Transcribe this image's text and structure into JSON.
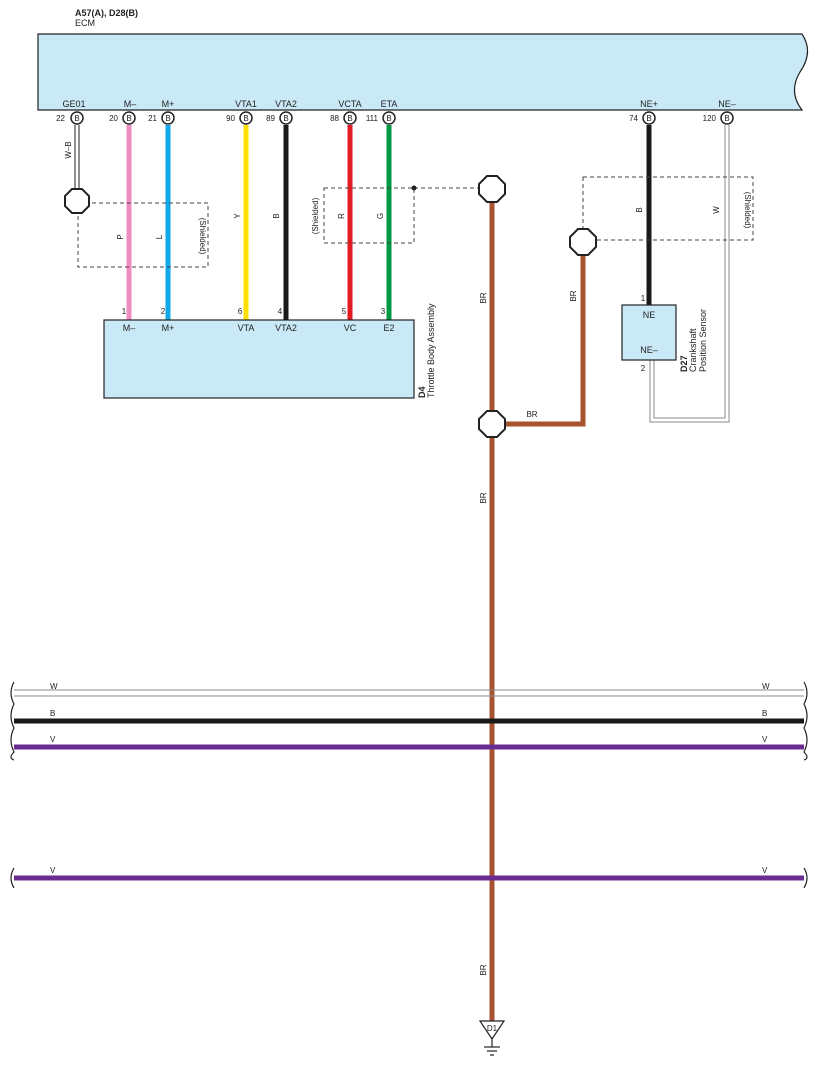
{
  "header": {
    "connector_ids": "A57(A), D28(B)",
    "component": "ECM"
  },
  "ecm_pins": [
    {
      "name": "GE01",
      "num": "22",
      "conn": "B"
    },
    {
      "name": "M–",
      "num": "20",
      "conn": "B"
    },
    {
      "name": "M+",
      "num": "21",
      "conn": "B"
    },
    {
      "name": "VTA1",
      "num": "90",
      "conn": "B"
    },
    {
      "name": "VTA2",
      "num": "89",
      "conn": "B"
    },
    {
      "name": "VCTA",
      "num": "88",
      "conn": "B"
    },
    {
      "name": "ETA",
      "num": "111",
      "conn": "B"
    },
    {
      "name": "NE+",
      "num": "74",
      "conn": "B"
    },
    {
      "name": "NE–",
      "num": "120",
      "conn": "B"
    }
  ],
  "wire_labels": {
    "ge01": "W–B",
    "m_minus": "P",
    "m_plus": "L",
    "vta1": "Y",
    "vta2": "B",
    "vcta": "R",
    "eta": "G",
    "ne_plus": "B",
    "ne_minus": "W",
    "br": "BR"
  },
  "shield_label": "(Shielded)",
  "throttle": {
    "id": "D4",
    "name": "Throttle Body Assembly",
    "pins": [
      {
        "num": "1",
        "name": "M–"
      },
      {
        "num": "2",
        "name": "M+"
      },
      {
        "num": "6",
        "name": "VTA"
      },
      {
        "num": "4",
        "name": "VTA2"
      },
      {
        "num": "5",
        "name": "VC"
      },
      {
        "num": "3",
        "name": "E2"
      }
    ]
  },
  "crank": {
    "id": "D27",
    "name_line1": "Crankshaft",
    "name_line2": "Position Sensor",
    "pin1_num": "1",
    "pin1_name": "NE",
    "pin2_num": "2",
    "pin2_name": "NE–"
  },
  "bus": [
    {
      "label": "W",
      "color": "#ffffff"
    },
    {
      "label": "B",
      "color": "#1a1a1a"
    },
    {
      "label": "V",
      "color": "#6a2c91"
    },
    {
      "label": "V",
      "color": "#6a2c91"
    }
  ],
  "ground": {
    "id": "D1"
  },
  "colors": {
    "ecm_fill": "#c9e9f7",
    "pink": "#f08dbf",
    "blue": "#10a8e8",
    "yellow": "#ffe000",
    "black": "#1a1a1a",
    "red": "#e31b23",
    "green": "#009a44",
    "brown": "#a8532f",
    "violet": "#6a2c91"
  }
}
